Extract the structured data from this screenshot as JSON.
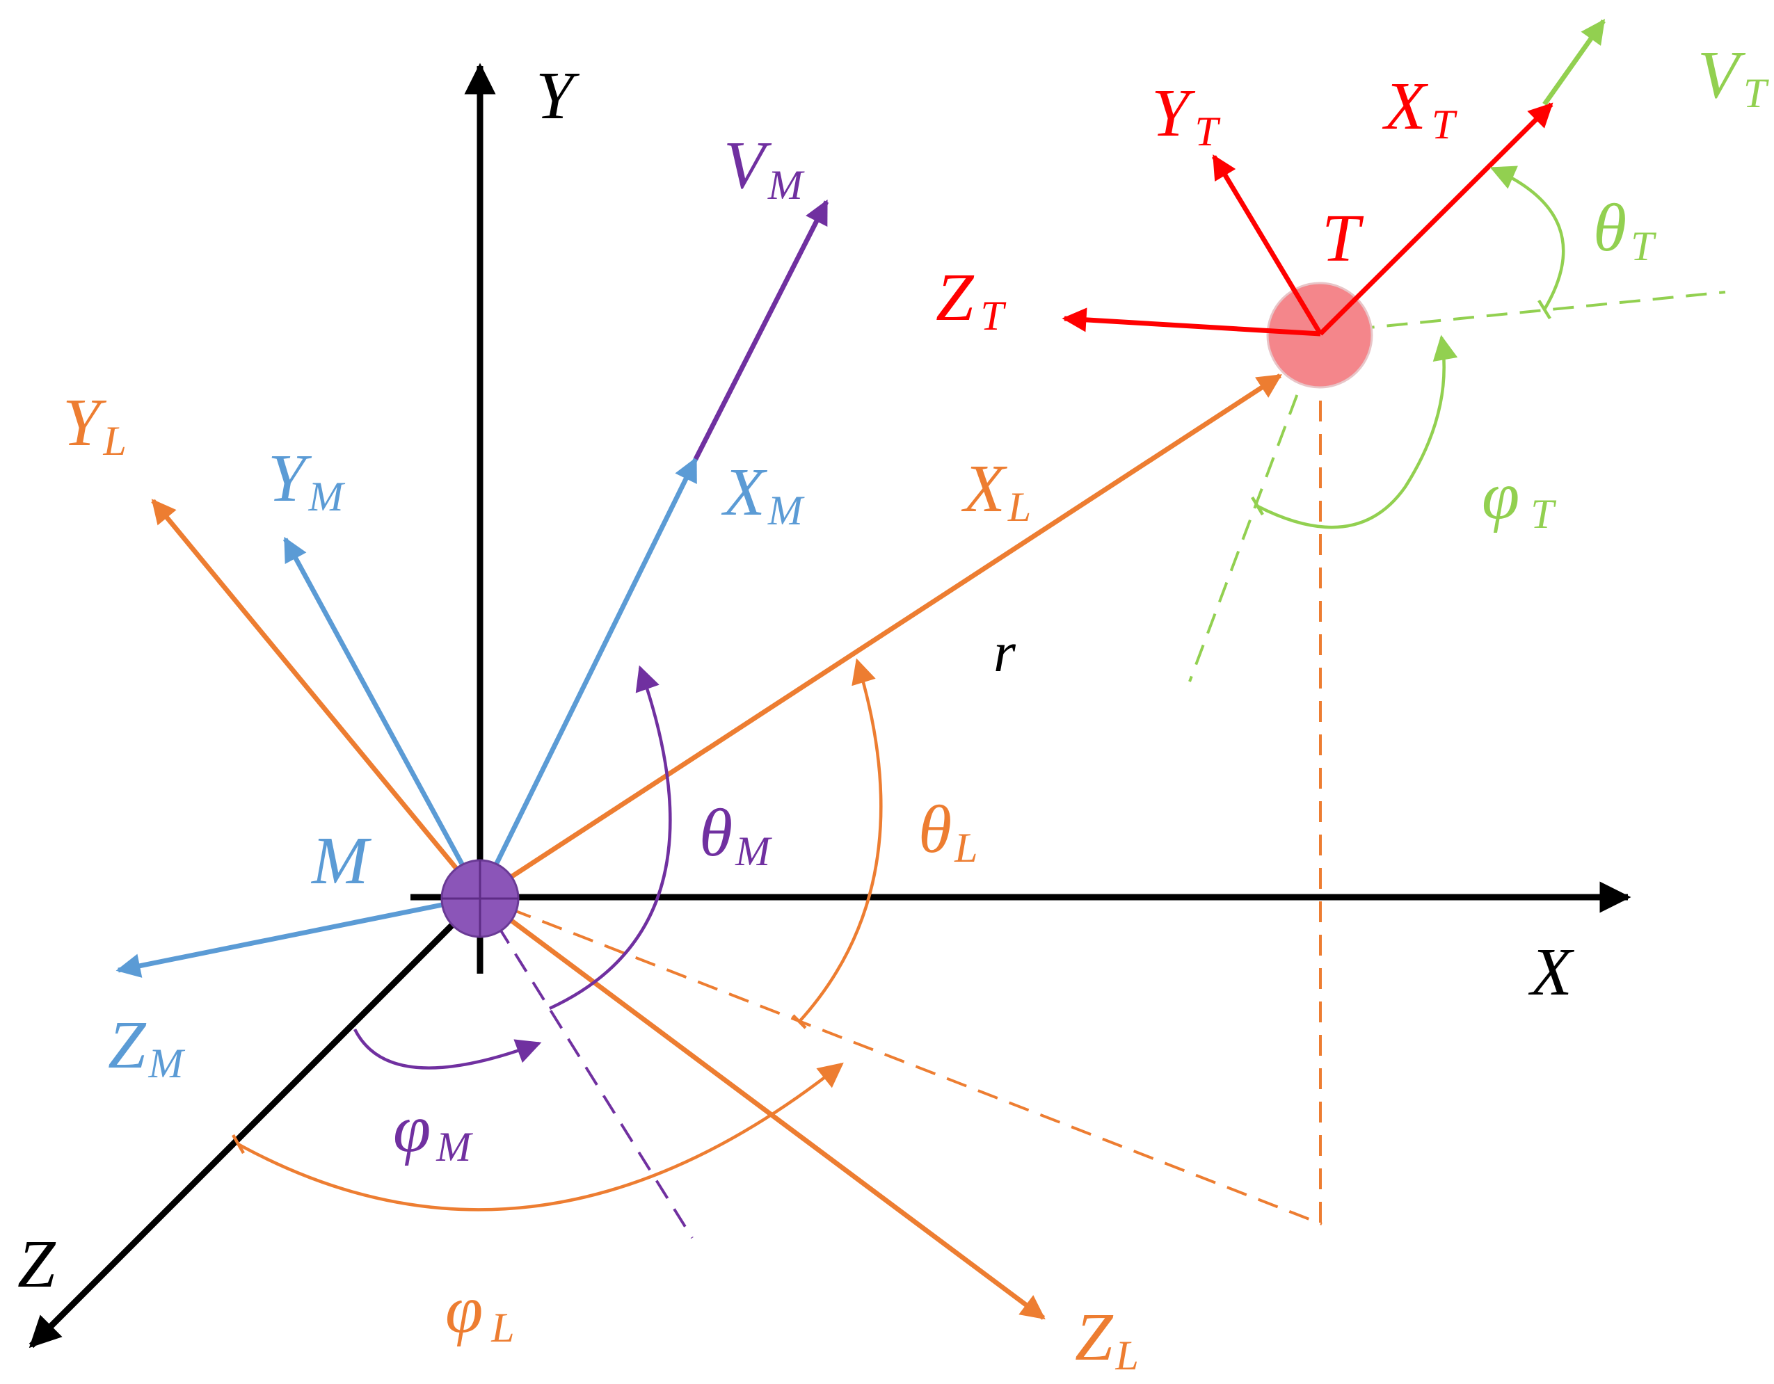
{
  "colors": {
    "black": "#000000",
    "orange": "#ED7D31",
    "blue": "#5B9BD5",
    "purple": "#7030A0",
    "red": "#FF0000",
    "green": "#92D050",
    "missile_fill": "#8B55B8",
    "target_fill": "#F4868B"
  },
  "labels": {
    "axis_y": "Y",
    "axis_x": "X",
    "axis_z": "Z",
    "missile": "M",
    "target": "T",
    "range": "r",
    "vm": {
      "main": "V",
      "sub": "M"
    },
    "xm": {
      "main": "X",
      "sub": "M"
    },
    "ym": {
      "main": "Y",
      "sub": "M"
    },
    "zm": {
      "main": "Z",
      "sub": "M"
    },
    "xl": {
      "main": "X",
      "sub": "L"
    },
    "yl": {
      "main": "Y",
      "sub": "L"
    },
    "zl": {
      "main": "Z",
      "sub": "L"
    },
    "xt": {
      "main": "X",
      "sub": "T"
    },
    "yt": {
      "main": "Y",
      "sub": "T"
    },
    "zt": {
      "main": "Z",
      "sub": "T"
    },
    "vt": {
      "main": "V",
      "sub": "T"
    },
    "theta_m": {
      "main": "θ",
      "sub": "M"
    },
    "phi_m": {
      "main": "φ",
      "sub": "M"
    },
    "theta_l": {
      "main": "θ",
      "sub": "L"
    },
    "phi_l": {
      "main": "φ",
      "sub": "L"
    },
    "theta_t": {
      "main": "θ",
      "sub": "T"
    },
    "phi_t": {
      "main": "φ",
      "sub": "T"
    }
  }
}
